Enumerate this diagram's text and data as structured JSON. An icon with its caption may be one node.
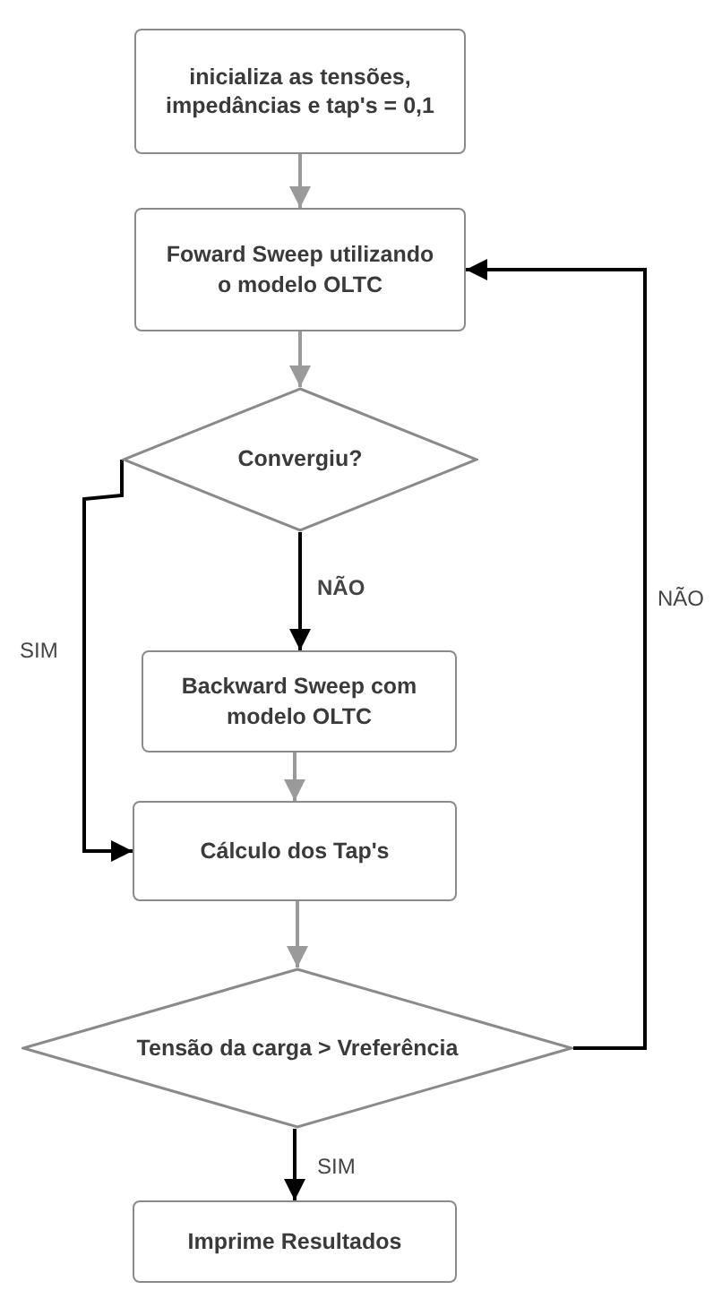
{
  "diagram": {
    "nodes": [
      {
        "text": [
          "inicializa as tensões, impedâncias e tap's = 0,1"
        ]
      },
      {
        "text": [
          "Foward Sweep utilizando o modelo OLTC"
        ]
      },
      {
        "text": [
          "Convergiu?"
        ]
      },
      {
        "text": [
          "Backward Sweep com modelo OLTC"
        ]
      },
      {
        "text": [
          "Cálculo dos Tap's"
        ]
      },
      {
        "text": [
          "Tensão da carga > Vreferência"
        ]
      },
      {
        "text": [
          "Imprime Resultados"
        ]
      }
    ],
    "edges": [
      {
        "from": 0,
        "to": 1,
        "arrow": "to"
      },
      {
        "from": 1,
        "to": 2,
        "arrow": "to"
      },
      {
        "from": 2,
        "to": 3,
        "arrow": "to",
        "label": "NÃO",
        "color": "#000000"
      },
      {
        "from": 3,
        "to": 4,
        "arrow": "to"
      },
      {
        "from": 2,
        "to": 4,
        "arrow": "to",
        "label": "SIM",
        "color": "#000000"
      },
      {
        "from": 4,
        "to": 5,
        "arrow": "to"
      },
      {
        "from": 5,
        "to": 1,
        "arrow": "to",
        "label": "NÃO",
        "color": "#000000"
      },
      {
        "from": 5,
        "to": 6,
        "arrow": "to",
        "label": "SIM",
        "color": "#000000"
      }
    ]
  }
}
